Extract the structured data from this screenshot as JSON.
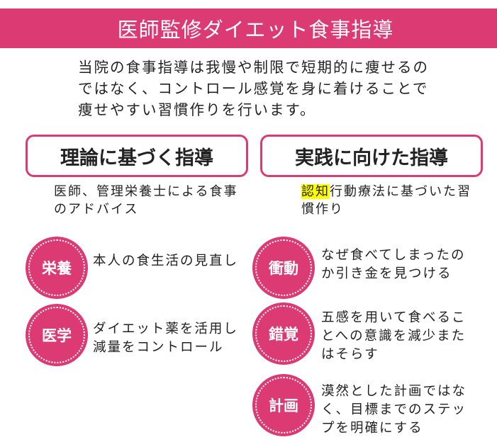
{
  "header": {
    "title": "医師監修ダイエット食事指導"
  },
  "intro": {
    "text": "当院の食事指導は我慢や制限で短期的に痩せるのではなく、コントロール感覚を身に着けることで痩せやすい習慣作りを行います。"
  },
  "columns": [
    {
      "title": "理論に基づく指導",
      "subtitle": "医師、管理栄養士による食事のアドバイス",
      "items": [
        {
          "badge": "栄養",
          "text": "本人の食生活の見直し"
        },
        {
          "badge": "医学",
          "text": "ダイエット薬を活用し減量をコントロール"
        }
      ]
    },
    {
      "title": "実践に向けた指導",
      "subtitle_highlight": "認知",
      "subtitle_rest": "行動療法に基づいた習慣作り",
      "items": [
        {
          "badge": "衝動",
          "text": "なぜ食べてしまったのか引き金を見つける"
        },
        {
          "badge": "錯覚",
          "text": "五感を用いて食べることへの意識を減少またはそらす"
        },
        {
          "badge": "計画",
          "text": "漠然とした計画ではなく、目標までのステップを明確にする"
        }
      ]
    }
  ],
  "colors": {
    "accent": "#dc3a72",
    "highlight": "#ffff00"
  }
}
